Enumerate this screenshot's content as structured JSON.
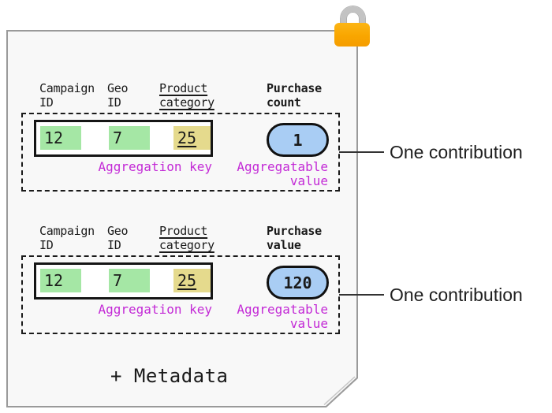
{
  "diagram": {
    "description": "Aggregatable report with two contributions",
    "colors": {
      "key_cell_green": "#a5e7a5",
      "key_cell_yellow": "#e5da8d",
      "value_pill_blue": "#a9cdf4",
      "label_magenta": "#c32ad6",
      "lock_body_orange": "#f9a600",
      "lock_shackle_gray": "#c3c3c3",
      "paper_fill": "#f8f8f8",
      "paper_border": "#9a9a9a"
    },
    "lock_icon": "lock-icon",
    "records": [
      {
        "columns": [
          {
            "label": "Campaign\nID"
          },
          {
            "label": "Geo\nID"
          },
          {
            "label": "Product\ncategory"
          }
        ],
        "value_column": "Purchase\ncount",
        "key_cells": [
          "12",
          "7",
          "25"
        ],
        "value": "1",
        "key_label": "Aggregation key",
        "value_label": "Aggregatable\nvalue",
        "callout": "One contribution"
      },
      {
        "columns": [
          {
            "label": "Campaign\nID"
          },
          {
            "label": "Geo\nID"
          },
          {
            "label": "Product\ncategory"
          }
        ],
        "value_column": "Purchase\nvalue",
        "key_cells": [
          "12",
          "7",
          "25"
        ],
        "value": "120",
        "key_label": "Aggregation key",
        "value_label": "Aggregatable\nvalue",
        "callout": "One contribution"
      }
    ],
    "footer": "+ Metadata"
  }
}
